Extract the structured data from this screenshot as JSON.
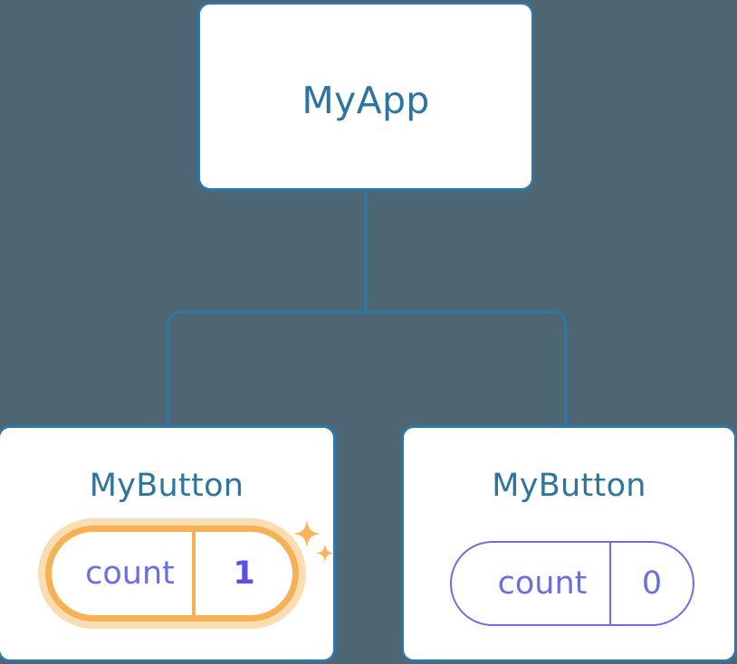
{
  "diagram": {
    "type": "component-tree",
    "background_color": "#4c6773",
    "edge_color": "#2f77a4",
    "card_border_color": "#2f77a4",
    "title_color": "#2d74a0",
    "accent_highlight_color": "#f6b155",
    "accent_glow_color": "#fbddb2",
    "state_color": "#6a6fe0",
    "state_value_active_color": "#5b4fe8",
    "nodes": {
      "root": {
        "title": "MyApp"
      },
      "child_left": {
        "title": "MyButton",
        "state": {
          "key": "count",
          "value": "1"
        },
        "highlighted": "true",
        "sparkle_large": "sparkle-icon",
        "sparkle_small": "sparkle-icon"
      },
      "child_right": {
        "title": "MyButton",
        "state": {
          "key": "count",
          "value": "0"
        },
        "highlighted": "false"
      }
    }
  }
}
